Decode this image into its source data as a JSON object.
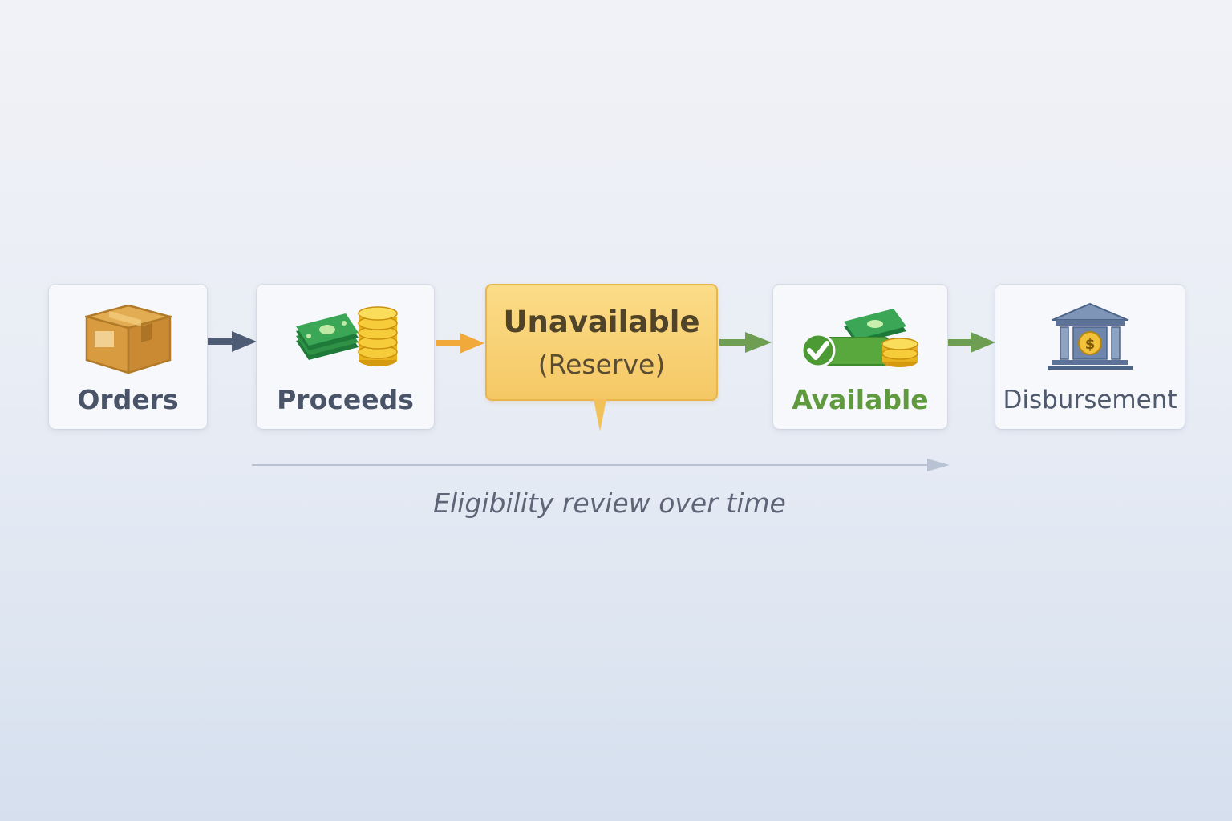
{
  "steps": [
    {
      "label": "Orders",
      "icon": "package-box-icon"
    },
    {
      "label": "Proceeds",
      "icon": "cash-and-coins-icon"
    },
    {
      "label": "Unavailable",
      "sublabel": "(Reserve)"
    },
    {
      "label": "Available",
      "icon": "cash-checkmark-icon"
    },
    {
      "label": "Disbursement",
      "icon": "bank-building-icon"
    }
  ],
  "timeline": {
    "caption": "Eligibility review over time"
  },
  "colors": {
    "arrow_dark": "#4d5b75",
    "arrow_orange": "#f0a93a",
    "arrow_green": "#6d9e52",
    "reserve_fill": "#f7cd6c",
    "available_text": "#5f9a3f",
    "timeline": "#b9c2d3"
  }
}
